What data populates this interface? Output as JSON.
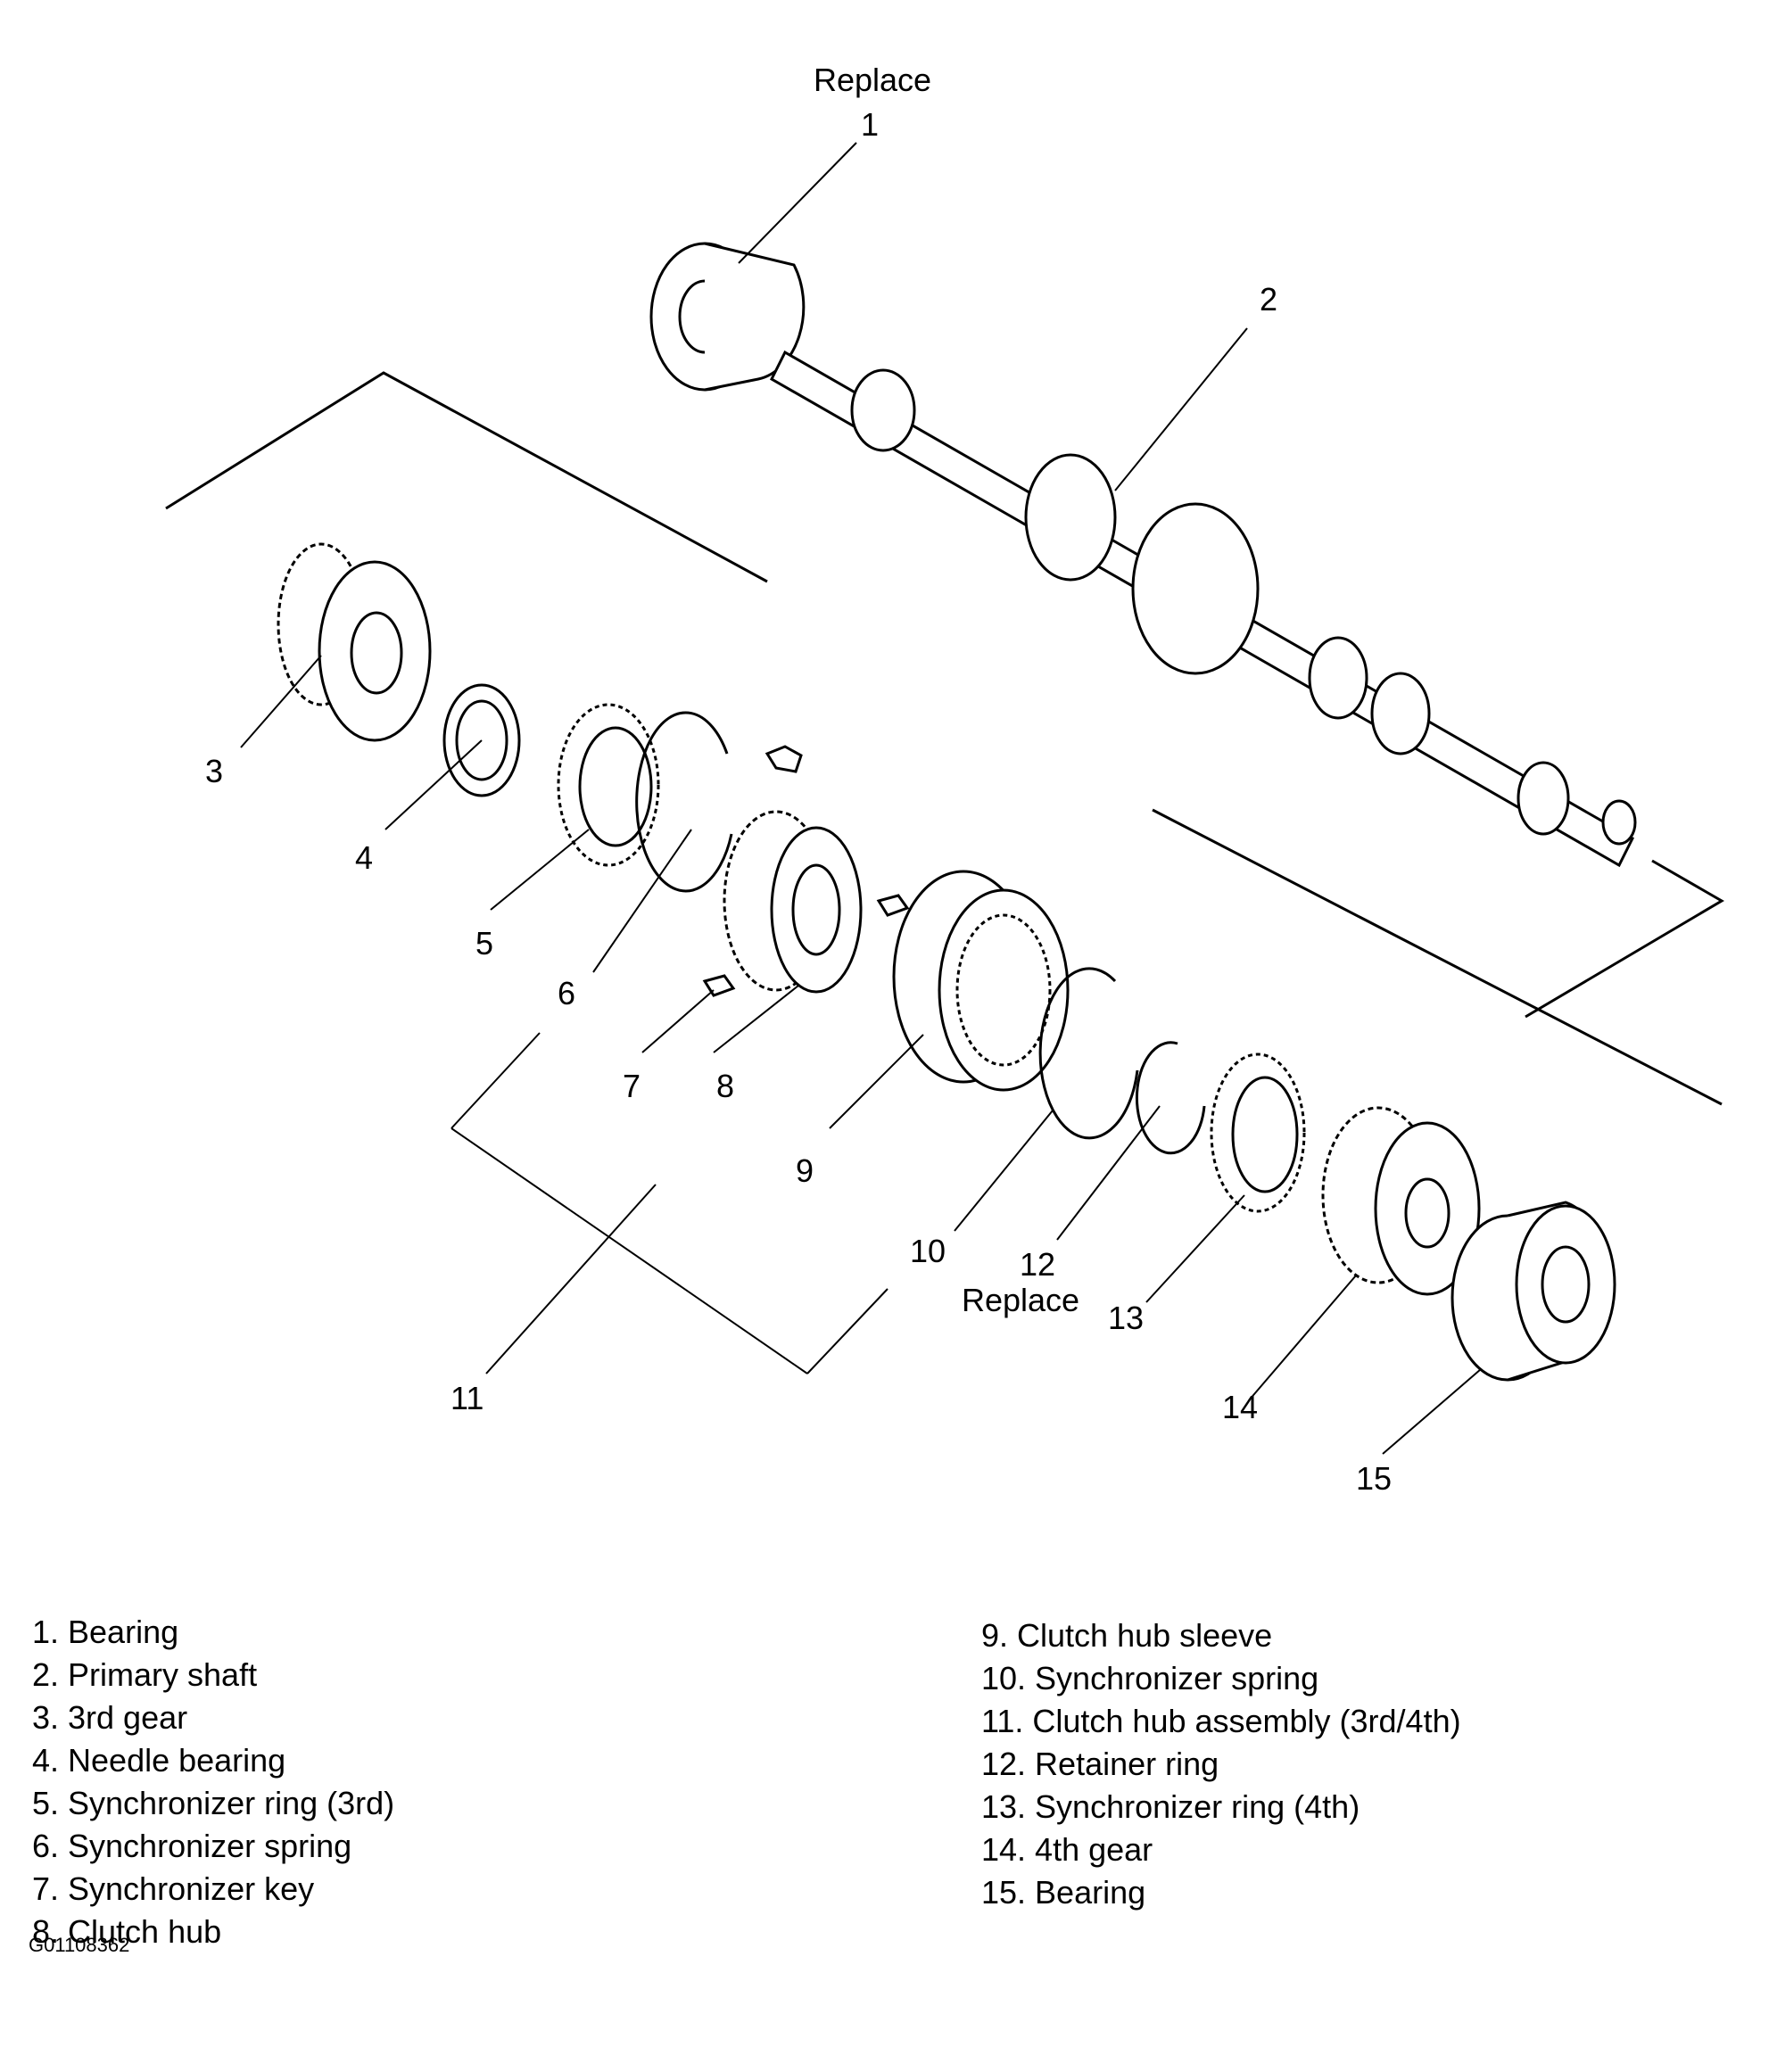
{
  "callouts": {
    "replace_top": "Replace",
    "replace_bottom": "Replace",
    "n1": "1",
    "n2": "2",
    "n3": "3",
    "n4": "4",
    "n5": "5",
    "n6": "6",
    "n7": "7",
    "n8": "8",
    "n9": "9",
    "n10": "10",
    "n11": "11",
    "n12": "12",
    "n13": "13",
    "n14": "14",
    "n15": "15"
  },
  "legend": {
    "left": [
      "1.  Bearing",
      "2.  Primary shaft",
      "3.  3rd gear",
      "4.  Needle bearing",
      "5.  Synchronizer ring (3rd)",
      "6.  Synchronizer spring",
      "7.  Synchronizer key",
      "8.  Clutch hub"
    ],
    "right": [
      "9.  Clutch hub sleeve",
      "10. Synchronizer spring",
      "11. Clutch hub assembly (3rd/4th)",
      "12. Retainer ring",
      "13. Synchronizer ring (4th)",
      "14. 4th gear",
      "15. Bearing"
    ]
  },
  "figure_code": "G01108362"
}
